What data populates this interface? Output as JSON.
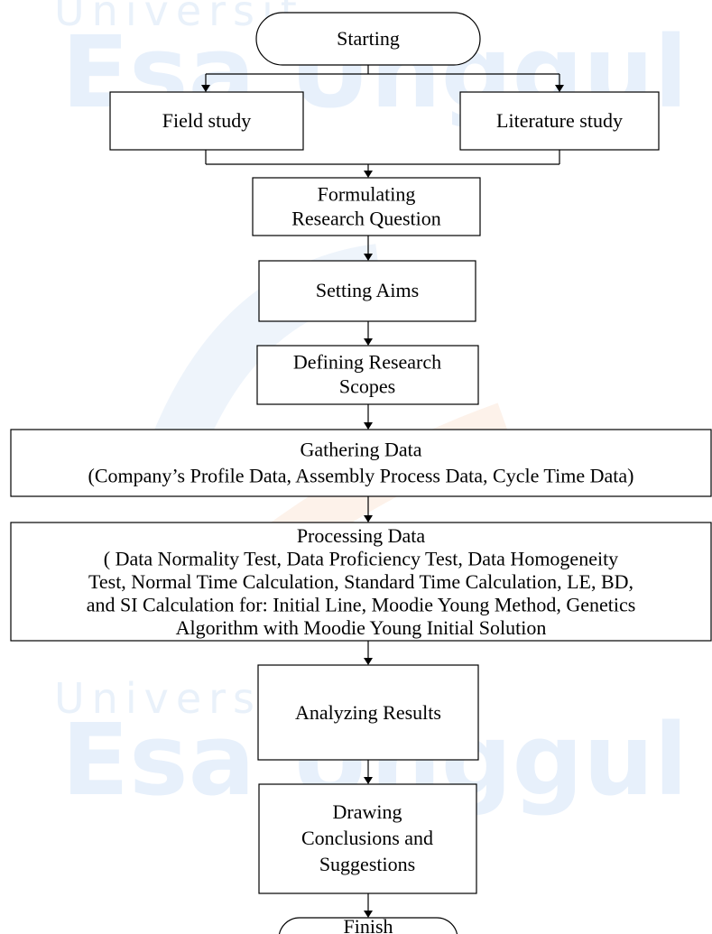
{
  "watermark": {
    "top_small": "Universit",
    "top_big": "Esa Unggul",
    "bottom_small": "Universit",
    "bottom_big": "Esa Unggul"
  },
  "nodes": {
    "start": [
      "Starting"
    ],
    "field": [
      "Field study"
    ],
    "literature": [
      "Literature study"
    ],
    "question": [
      "Formulating",
      "Research Question"
    ],
    "aims": [
      "Setting Aims"
    ],
    "scopes": [
      "Defining Research",
      "Scopes"
    ],
    "gather": [
      "Gathering Data",
      "(Company’s Profile Data, Assembly Process Data, Cycle Time Data)"
    ],
    "process": [
      "Processing Data",
      "( Data Normality Test, Data Proficiency Test, Data Homogeneity",
      "Test, Normal Time Calculation, Standard Time Calculation, LE, BD,",
      "and SI Calculation for: Initial Line, Moodie Young Method, Genetics",
      "Algorithm with Moodie Young Initial Solution"
    ],
    "analyze": [
      "Analyzing Results"
    ],
    "conclude": [
      "Drawing",
      "Conclusions and",
      "Suggestions"
    ],
    "finish": [
      "Finish"
    ]
  }
}
